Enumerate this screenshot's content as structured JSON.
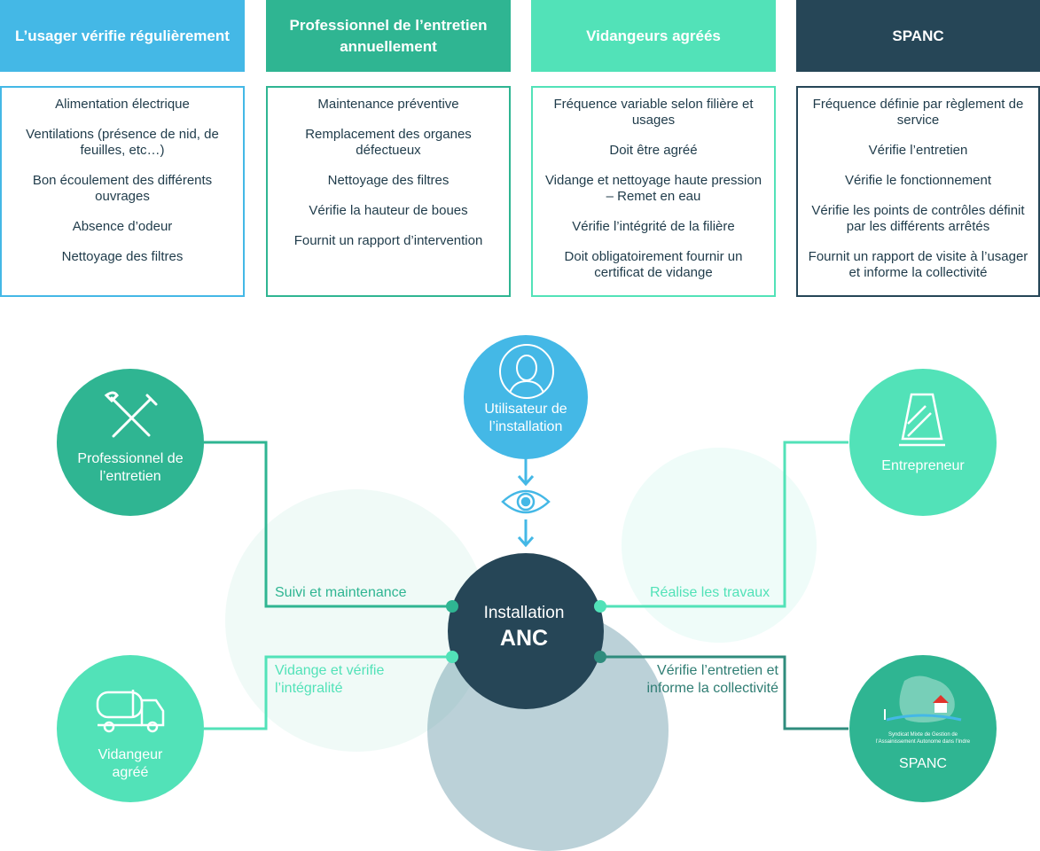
{
  "columns": [
    {
      "header": "L’usager vérifie régulièrement",
      "items": [
        "Alimentation électrique",
        "Ventilations (présence de nid, de feuilles, etc…)",
        "Bon écoulement des différents ouvrages",
        "Absence d’odeur",
        "Nettoyage des filtres"
      ]
    },
    {
      "header": "Professionnel de l’entretien annuellement",
      "items": [
        "Maintenance préventive",
        "Remplacement des organes défectueux",
        "Nettoyage des filtres",
        "Vérifie la hauteur de boues",
        "Fournit un rapport d’intervention"
      ]
    },
    {
      "header": "Vidangeurs agréés",
      "items": [
        "Fréquence variable selon filière et usages",
        "Doit être agréé",
        "Vidange et nettoyage haute pression – Remet en eau",
        "Vérifie l’intégrité de la filière",
        "Doit obligatoirement fournir un certificat de vidange"
      ]
    },
    {
      "header": "SPANC",
      "items": [
        "Fréquence définie par règlement de service",
        "Vérifie l’entretien",
        "Vérifie le fonctionnement",
        "Vérifie les points de contrôles définit par les différents arrêtés",
        "Fournit un rapport de visite à l’usager et informe la collectivité"
      ]
    }
  ],
  "center": {
    "line1": "Installation",
    "line2": "ANC"
  },
  "nodes": {
    "utilisateur": "Utilisateur de l’installation",
    "professionnel": "Professionnel de l’entretien",
    "entrepreneur": "Entrepreneur",
    "vidangeur": "Vidangeur agréé",
    "spanc": "SPANC"
  },
  "spanc_logo_text": "Syndicat Mixte de Gestion de l’Assainissement Autonome dans l’Indre",
  "links": {
    "suivi": "Suivi et maintenance",
    "vidange": "Vidange et vérifie l’intégralité",
    "realise": "Réalise les travaux",
    "verifie": "Vérifie l’entretien et informe la collectivité"
  },
  "colors": {
    "col1": "#44b8e6",
    "col2": "#2fb592",
    "col3": "#52e2b8",
    "col4": "#264657",
    "center": "#264657"
  },
  "icons": [
    "tools-icon",
    "user-avatar-icon",
    "eye-icon",
    "cone-icon",
    "tanker-truck-icon",
    "spanc-logo"
  ]
}
